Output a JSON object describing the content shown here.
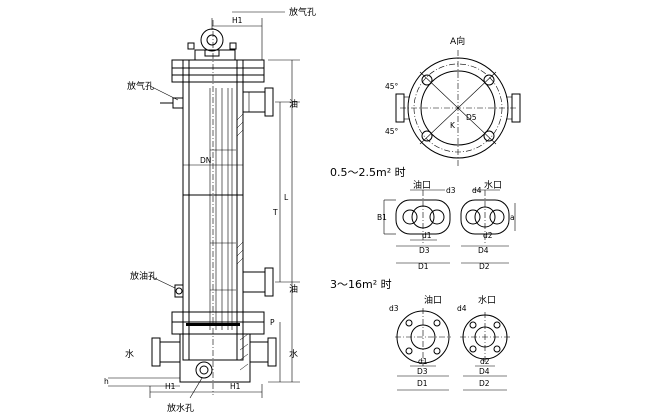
{
  "left_view": {
    "top_vent_label": "放气孔",
    "side_vent_label": "放气孔",
    "drain_oil_label": "放油孔",
    "drain_water_label": "放水孔",
    "oil_top_label": "油",
    "oil_bottom_label": "油",
    "water_left_label": "水",
    "water_right_label": "水",
    "dim_h1_top": "H1",
    "dim_h1_bottom_left": "H1",
    "dim_h1_bottom_right": "H1",
    "dim_dn": "DN",
    "dim_t": "T",
    "dim_l": "L",
    "dim_p": "P",
    "dim_h": "h"
  },
  "view_a": {
    "title": "A向",
    "angle_top": "45°",
    "angle_bottom": "45°",
    "dim_d5": "D5",
    "dim_k": "K"
  },
  "small_section": {
    "heading": "0.5～2.5m² 时",
    "oil_port": "油口",
    "water_port": "水口",
    "dim_d3a": "d3",
    "dim_d4a": "d4",
    "dim_b1": "B1",
    "dim_a": "a",
    "dim_d1_small": "d1",
    "dim_d2_small": "d2",
    "dim_D3": "D3",
    "dim_D4": "D4",
    "dim_D1": "D1",
    "dim_D2": "D2"
  },
  "large_section": {
    "heading": "3～16m² 时",
    "oil_port": "油口",
    "water_port": "水口",
    "dim_d3": "d3",
    "dim_d4": "d4",
    "dim_d1": "d1",
    "dim_d2": "d2",
    "dim_D3": "D3",
    "dim_D4": "D4",
    "dim_D1": "D1",
    "dim_D2": "D2"
  }
}
